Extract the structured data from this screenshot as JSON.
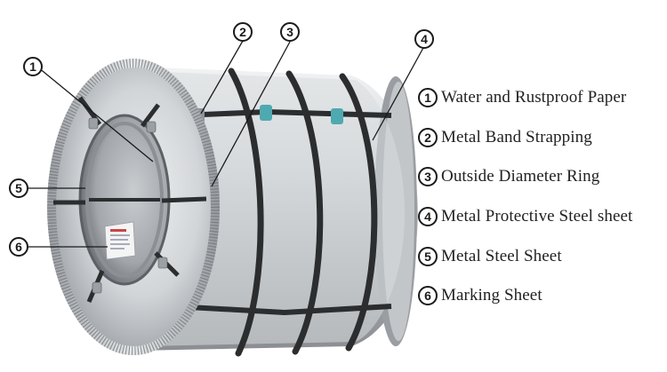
{
  "diagram": {
    "legend": [
      {
        "num": "1",
        "label": "Water and Rustproof Paper"
      },
      {
        "num": "2",
        "label": "Metal Band Strapping"
      },
      {
        "num": "3",
        "label": "Outside Diameter Ring"
      },
      {
        "num": "4",
        "label": "Metal Protective Steel sheet"
      },
      {
        "num": "5",
        "label": "Metal Steel Sheet"
      },
      {
        "num": "6",
        "label": "Marking Sheet"
      }
    ],
    "colors": {
      "steel_light": "#e6e8ea",
      "steel_mid": "#b8bcc0",
      "steel_dark": "#7d8286",
      "band": "#2b2d2f",
      "clip": "#4fa9b0",
      "leader_line": "#1a1a1a"
    }
  }
}
